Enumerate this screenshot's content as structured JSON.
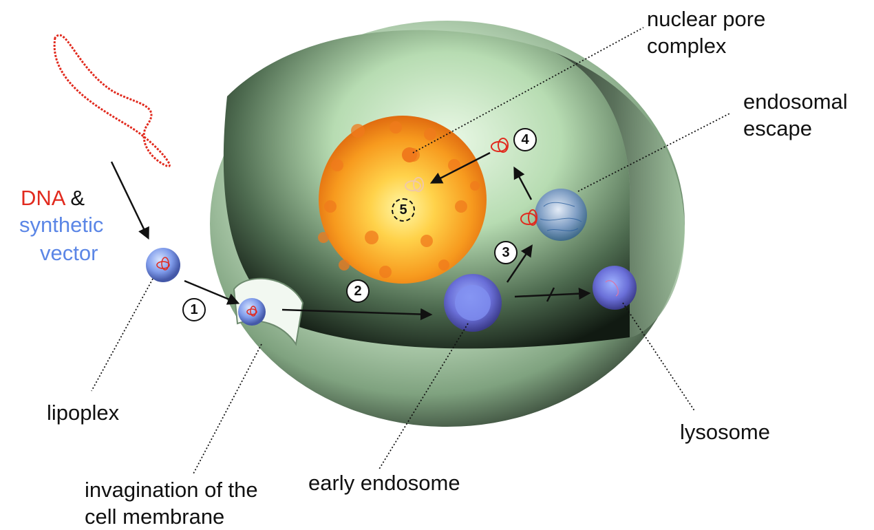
{
  "colors": {
    "dna_red": "#e12a1e",
    "vector_blue": "#5b86e6",
    "cell_green": "#cfeacf",
    "nucleus_orange": "#f5a623",
    "vesicle_purple": "#6b6fd6",
    "label_black": "#111111"
  },
  "labels": {
    "dna": "DNA",
    "amp": "&",
    "synthetic": "synthetic",
    "vector": "vector",
    "lipoplex": "lipoplex",
    "invagination_line1": "invagination of the",
    "invagination_line2": "cell membrane",
    "early_endosome": "early endosome",
    "lysosome": "lysosome",
    "npc_line1": "nuclear pore",
    "npc_line2": "complex",
    "escape_line1": "endosomal",
    "escape_line2": "escape"
  },
  "steps": [
    "1",
    "2",
    "3",
    "4",
    "5"
  ]
}
